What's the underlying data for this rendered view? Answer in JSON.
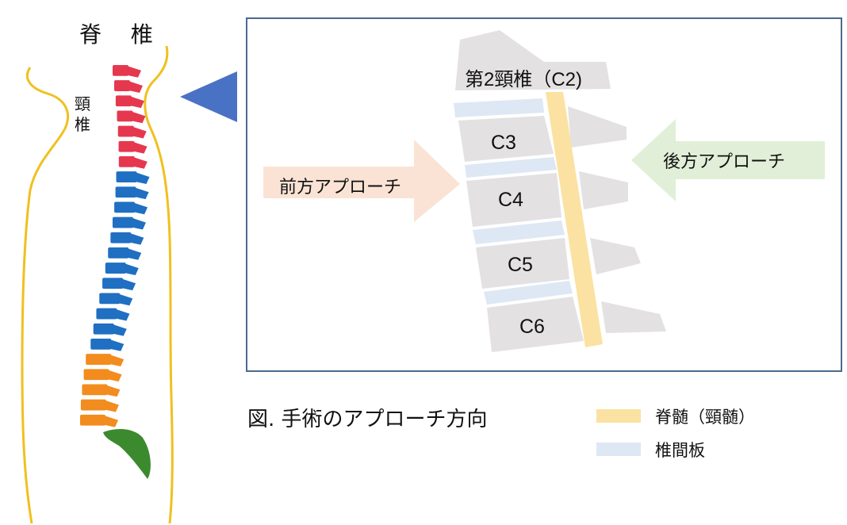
{
  "spine_title": "脊 椎",
  "cervical_label_line1": "頸",
  "cervical_label_line2": "椎",
  "detail": {
    "c2_label": "第2頸椎（C2)",
    "vertebrae": [
      "C3",
      "C4",
      "C5",
      "C6"
    ],
    "anterior_label": "前方アプローチ",
    "posterior_label": "後方アプローチ"
  },
  "caption": "図. 手術のアプローチ方向",
  "legend": [
    {
      "label": "脊髄（頸髄）",
      "color": "#fbe2a2"
    },
    {
      "label": "椎間板",
      "color": "#dde8f4"
    }
  ],
  "colors": {
    "cervical": "#e5384f",
    "thoracic": "#1f6fc2",
    "lumbar": "#f28c1e",
    "sacrum": "#3c8a2e",
    "body_outline": "#f0c020",
    "pointer": "#4a72c4",
    "vertebra_gray": "#e3e1e1",
    "anterior_arrow": "#fae3d5",
    "posterior_arrow": "#e1efd8"
  }
}
